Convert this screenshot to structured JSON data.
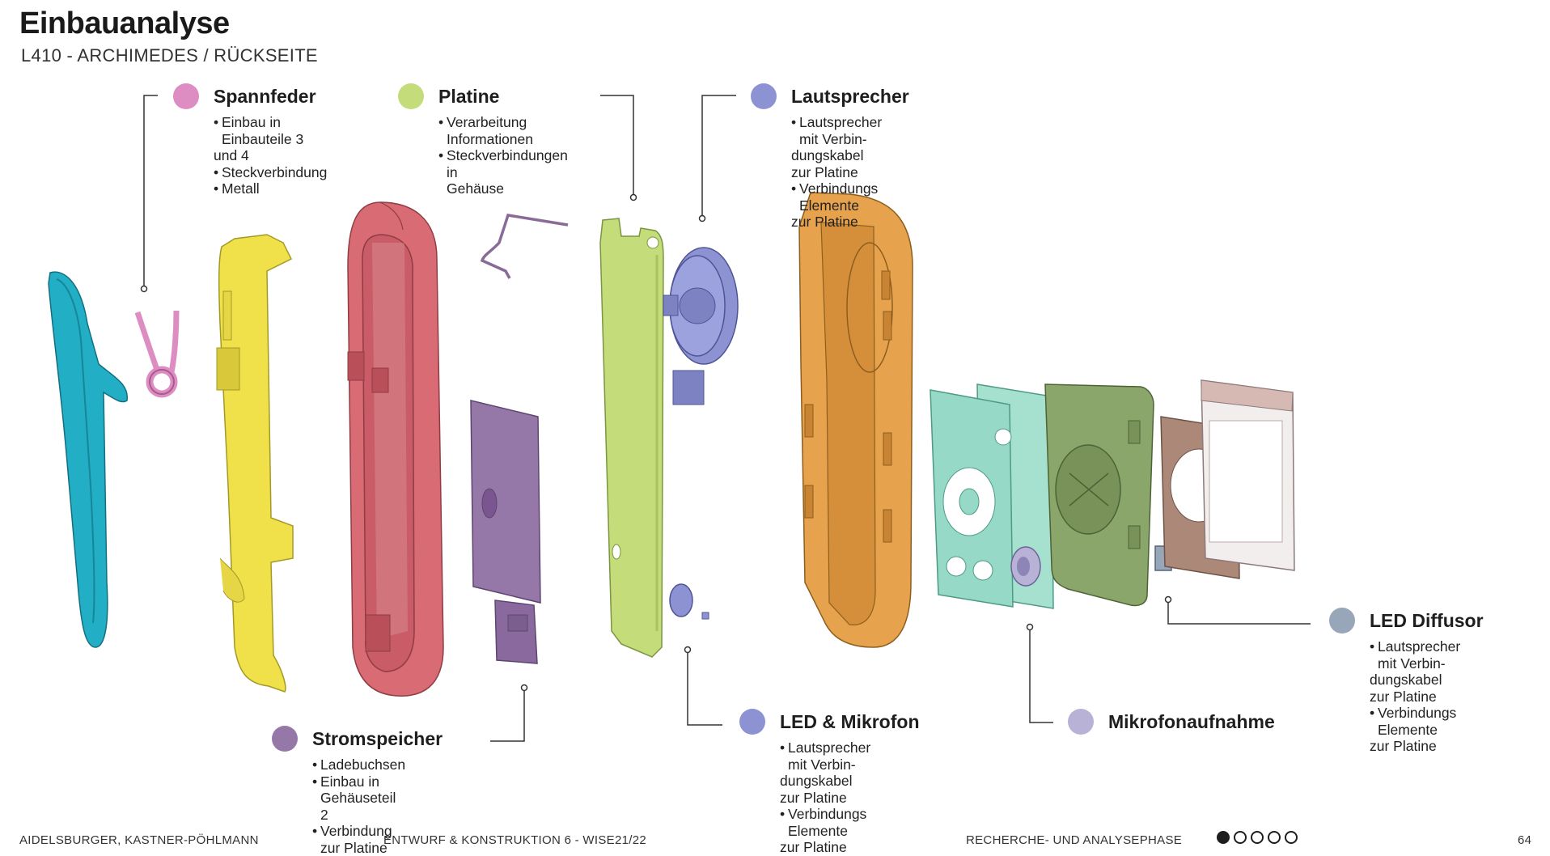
{
  "header": {
    "title": "Einbauanalyse",
    "subtitle": "L410 - ARCHIMEDES / RÜCKSEITE"
  },
  "colors": {
    "spannfeder": "#de8dc2",
    "platine": "#c4dc7a",
    "lautsprecher": "#8d93d2",
    "stromspeicher": "#9678a8",
    "led_mikrofon": "#8d93d2",
    "mikrofonaufnahme": "#b8b2d6",
    "led_diffusor": "#97a6b8",
    "teal_part": "#22aec5",
    "yellow_part": "#f0e04a",
    "red_part": "#d96b74",
    "orange_part": "#e6a24c",
    "mint_part": "#96d9c6",
    "olive_part": "#8ba66a",
    "brown_part": "#ab8878"
  },
  "callouts": {
    "spannfeder": {
      "title": "Spannfeder",
      "bullets": [
        [
          "Einbau in Einbauteile 3",
          "und 4"
        ],
        [
          "Steckverbindung"
        ],
        [
          "Metall"
        ]
      ]
    },
    "platine": {
      "title": "Platine",
      "bullets": [
        [
          "Verarbeitung",
          "Informationen"
        ],
        [
          "Steckverbindungen in",
          "Gehäuse"
        ]
      ]
    },
    "lautsprecher": {
      "title": "Lautsprecher",
      "bullets": [
        [
          "Lautsprecher mit Verbin-",
          "dungskabel zur Platine"
        ],
        [
          "Verbindungs Elemente",
          "zur Platine"
        ]
      ]
    },
    "stromspeicher": {
      "title": "Stromspeicher",
      "bullets": [
        [
          "Ladebuchsen"
        ],
        [
          "Einbau in Gehäuseteil 2"
        ],
        [
          "Verbindung zur Platine"
        ]
      ]
    },
    "led_mikrofon": {
      "title": "LED & Mikrofon",
      "bullets": [
        [
          "Lautsprecher mit Verbin-",
          "dungskabel zur Platine"
        ],
        [
          "Verbindungs Elemente",
          "zur Platine"
        ]
      ]
    },
    "mikrofonaufnahme": {
      "title": "Mikrofonaufnahme",
      "bullets": []
    },
    "led_diffusor": {
      "title": "LED Diffusor",
      "bullets": [
        [
          "Lautsprecher mit Verbin-",
          "dungskabel zur Platine"
        ],
        [
          "Verbindungs Elemente",
          "zur Platine"
        ]
      ]
    }
  },
  "bullet_char": "•",
  "footer": {
    "authors": "AIDELSBURGER, KASTNER-PÖHLMANN",
    "course": "ENTWURF & KONSTRUKTION 6 - WISE21/22",
    "phase": "RECHERCHE- UND ANALYSEPHASE",
    "page_number": "64",
    "pager_total": 5,
    "pager_active": 1
  }
}
